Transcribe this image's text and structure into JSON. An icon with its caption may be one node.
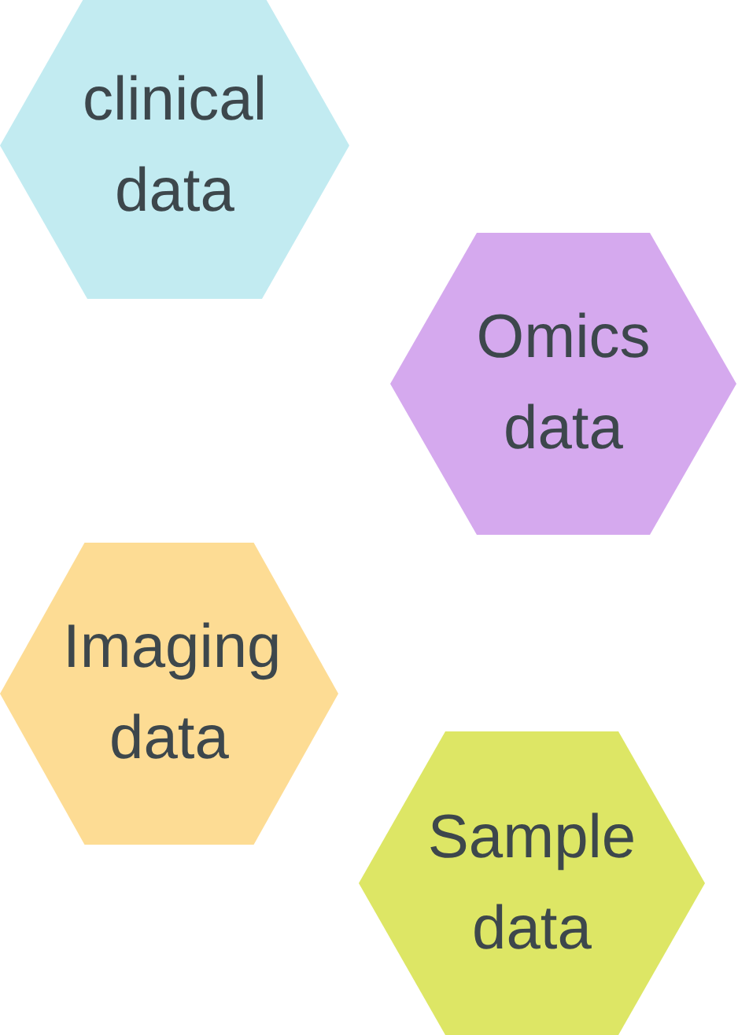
{
  "diagram": {
    "nodes": [
      {
        "text": [
          "clinical data"
        ]
      },
      {
        "text": [
          "Omics data"
        ]
      },
      {
        "text": [
          "Imaging data"
        ]
      },
      {
        "text": [
          "Sample data"
        ]
      }
    ]
  }
}
